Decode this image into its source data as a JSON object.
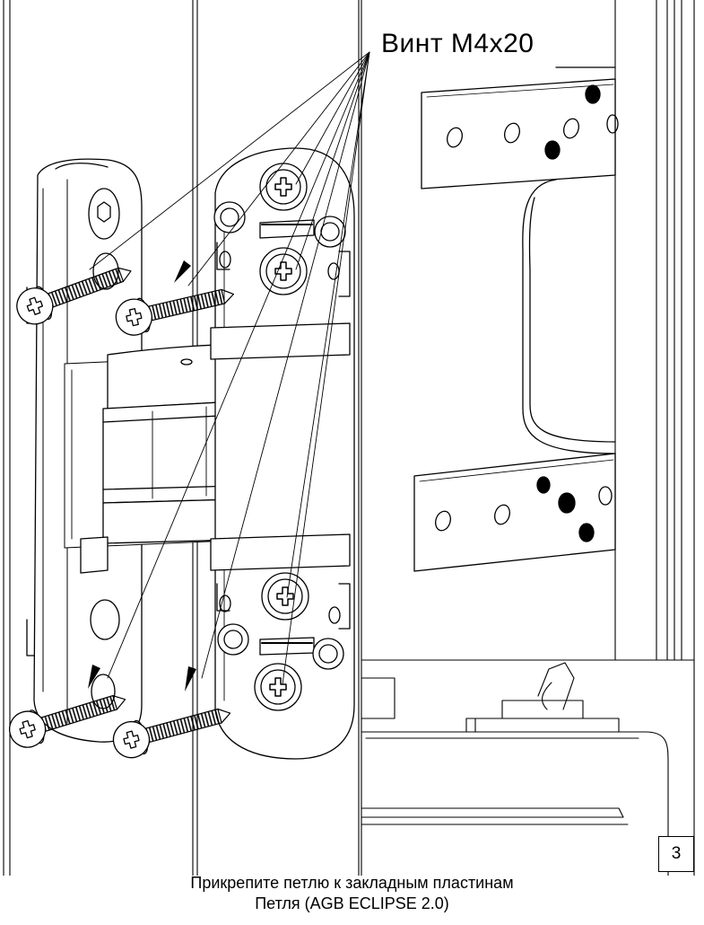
{
  "callout": {
    "label": "Винт М4х20"
  },
  "step_number": "3",
  "caption": {
    "line1": "Прикрепите петлю к закладным пластинам",
    "line2": "Петля (AGB ECLIPSE 2.0)"
  },
  "icons": {
    "screw": "phillips-screw-icon",
    "arrow": "arrow-down-left-icon"
  },
  "colors": {
    "line": "#000000",
    "background": "#ffffff"
  }
}
